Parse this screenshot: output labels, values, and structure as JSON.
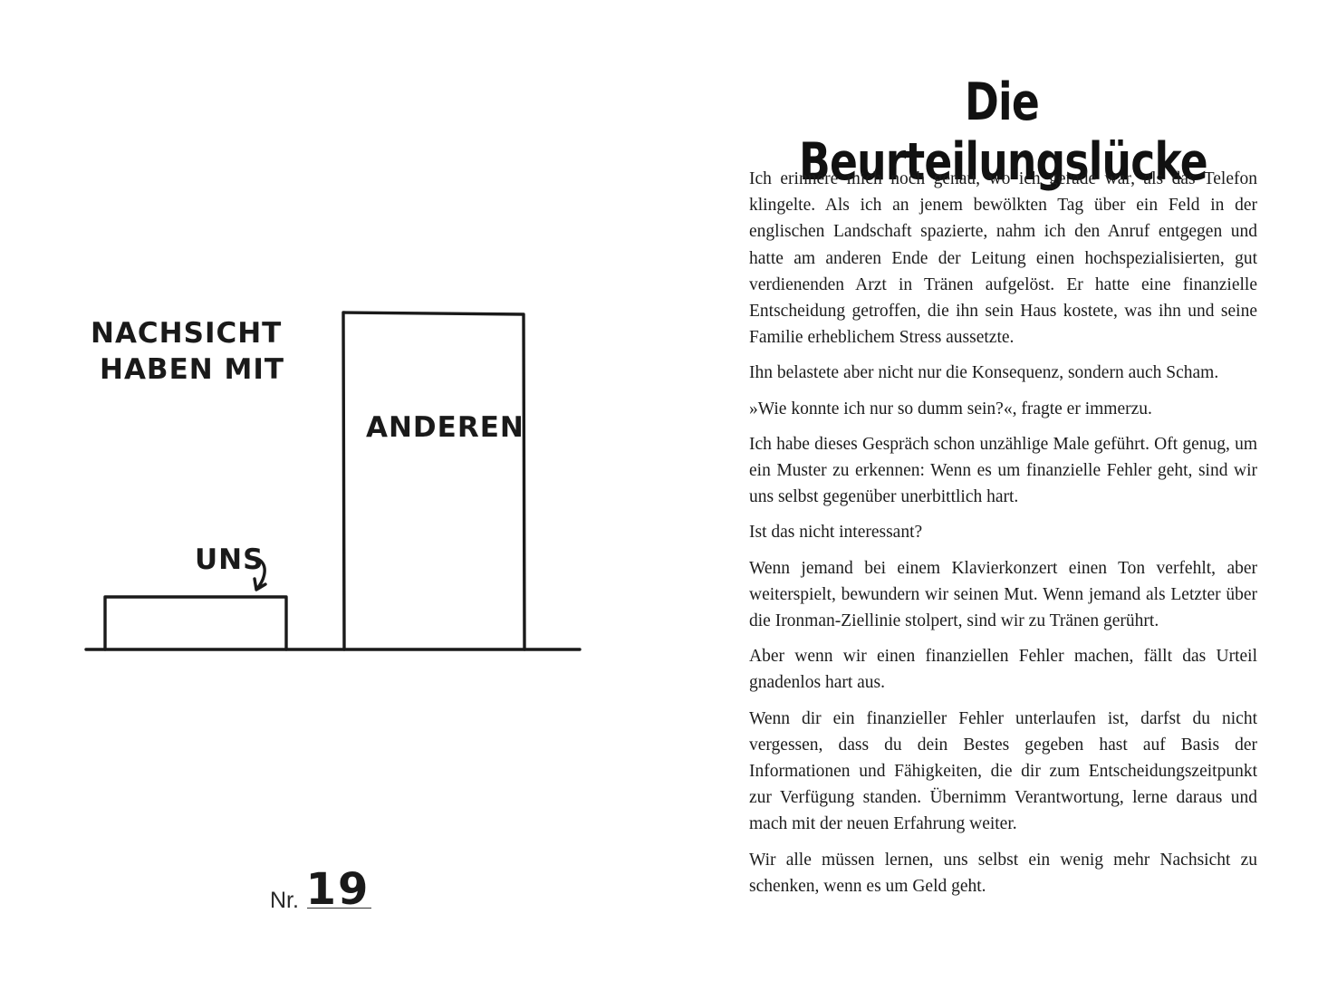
{
  "illustration": {
    "label_top_line1": "NACHSICHT",
    "label_top_line2": "HABEN MIT",
    "bar_large_label": "ANDEREN",
    "bar_small_label": "UNS",
    "relative_levels": {
      "uns": 0.16,
      "anderen": 1.0
    }
  },
  "entry": {
    "label": "Nr.",
    "number": "19"
  },
  "article": {
    "title": "Die Beurteilungslücke",
    "paragraphs": [
      "Ich erinnere mich noch genau, wo ich gerade war, als das Telefon klingelte. Als ich an jenem bewölkten Tag über ein Feld in der englischen Landschaft spazierte, nahm ich den Anruf entgegen und hatte am anderen Ende der Leitung einen hochspezialisierten, gut verdienenden Arzt in Tränen aufgelöst. Er hatte eine finanzielle Entscheidung getroffen, die ihn sein Haus kostete, was ihn und seine Familie erheblichem Stress aussetzte.",
      "Ihn belastete aber nicht nur die Konsequenz, sondern auch Scham.",
      "»Wie konnte ich nur so dumm sein?«, fragte er immerzu.",
      "Ich habe dieses Gespräch schon unzählige Male geführt. Oft genug, um ein Muster zu erkennen: Wenn es um finanzielle Fehler geht, sind wir uns selbst gegenüber unerbittlich hart.",
      "Ist das nicht interessant?",
      "Wenn jemand bei einem Klavierkonzert einen Ton verfehlt, aber weiterspielt, bewundern wir seinen Mut. Wenn jemand als Letzter über die Ironman-Ziellinie stolpert, sind wir zu Tränen gerührt.",
      "Aber wenn wir einen finanziellen Fehler machen, fällt das Urteil gnadenlos hart aus.",
      "Wenn dir ein finanzieller Fehler unterlaufen ist, darfst du nicht vergessen, dass du dein Bestes gegeben hast auf Basis der Informationen und Fähigkeiten, die dir zum Entscheidungszeitpunkt zur Verfügung standen. Übernimm Verantwortung, lerne daraus und mach mit der neuen Erfahrung weiter.",
      "Wir alle müssen lernen, uns selbst ein wenig mehr Nachsicht zu schenken, wenn es um Geld geht."
    ]
  }
}
